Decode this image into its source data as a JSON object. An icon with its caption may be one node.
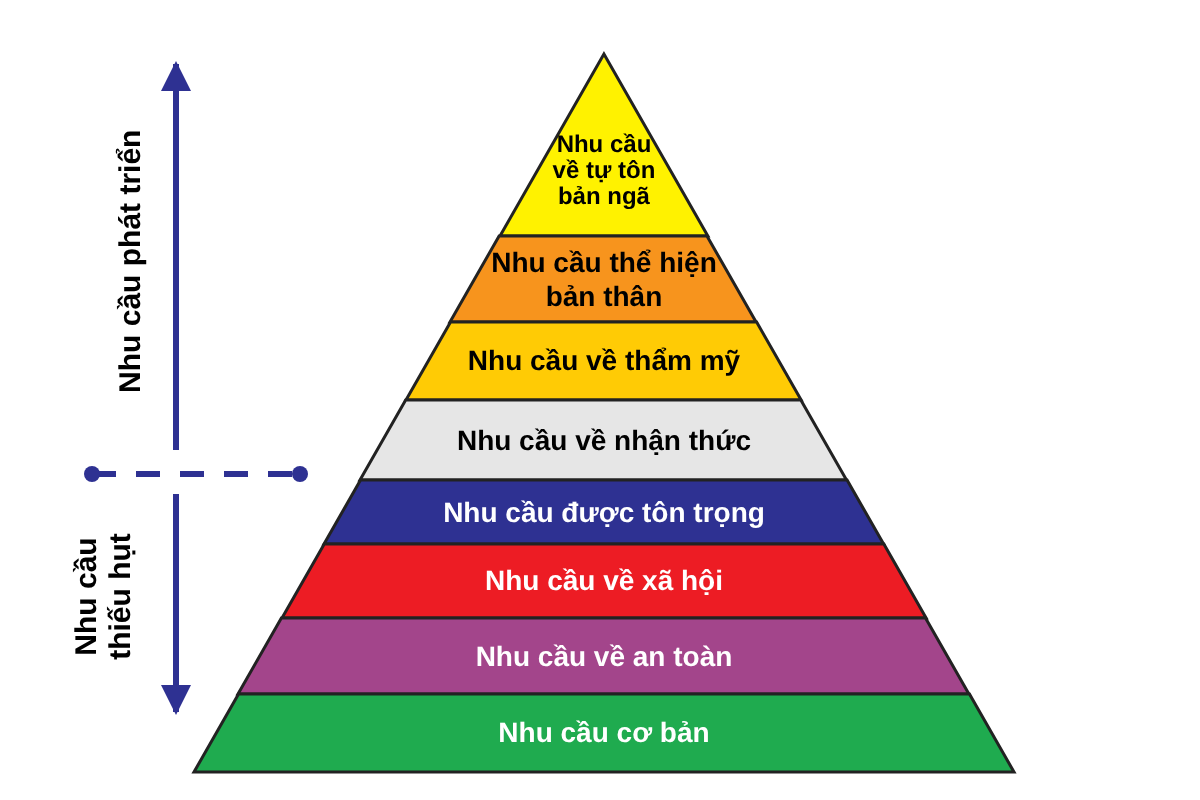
{
  "diagram": {
    "nodes": [
      {
        "text": [
          "Nhu cầu về tự tôn bản ngã"
        ]
      },
      {
        "text": [
          "Nhu cầu thể hiện bản thân"
        ]
      },
      {
        "text": [
          "Nhu cầu về thẩm mỹ"
        ]
      },
      {
        "text": [
          "Nhu cầu về nhận thức"
        ]
      },
      {
        "text": [
          "Nhu cầu được tôn trọng"
        ]
      },
      {
        "text": [
          "Nhu cầu về xã hội"
        ]
      },
      {
        "text": [
          "Nhu cầu về an toàn"
        ]
      },
      {
        "text": [
          "Nhu cầu cơ bản"
        ]
      }
    ],
    "labels": [
      "Nhu cầu phát triển",
      "Nhu cầu thiếu hụt"
    ]
  }
}
